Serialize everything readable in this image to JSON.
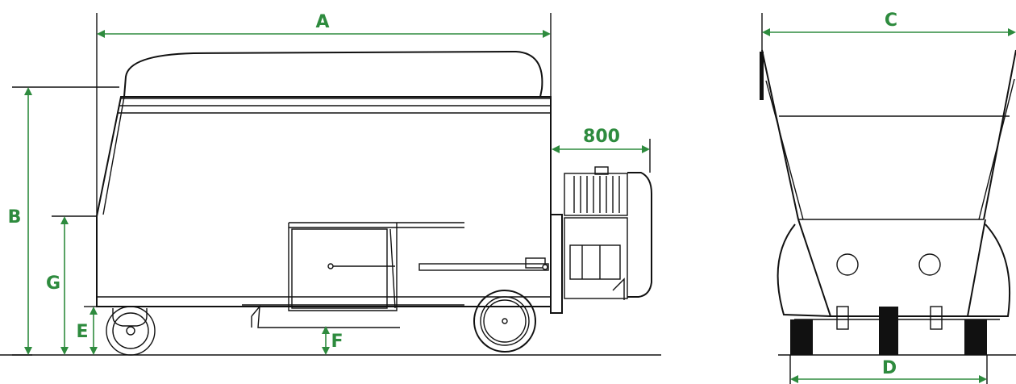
{
  "dimensions": {
    "A": "A",
    "B": "B",
    "C": "C",
    "D": "D",
    "E": "E",
    "F": "F",
    "G": "G",
    "motor_clearance": "800"
  },
  "colors": {
    "dimension_green": "#2e8b3e",
    "line_black": "#111111"
  }
}
